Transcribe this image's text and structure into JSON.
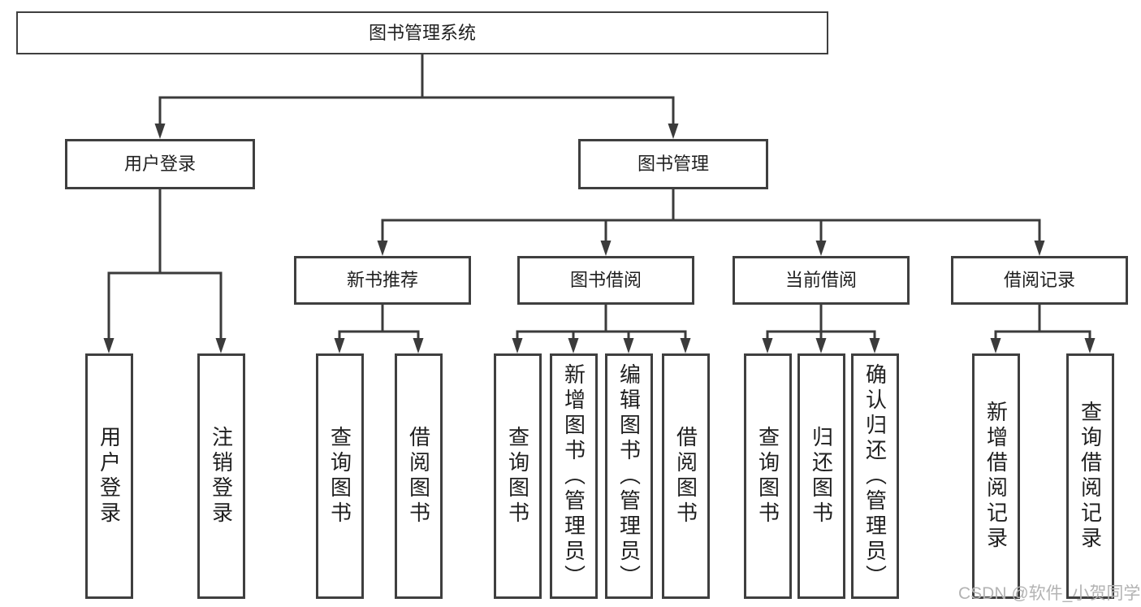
{
  "diagram": {
    "root": {
      "label": "图书管理系统"
    },
    "level2": [
      {
        "label": "用户登录"
      },
      {
        "label": "图书管理"
      }
    ],
    "level3": [
      {
        "label": "新书推荐"
      },
      {
        "label": "图书借阅"
      },
      {
        "label": "当前借阅"
      },
      {
        "label": "借阅记录"
      }
    ],
    "leaves": {
      "user_login": [
        {
          "label": "用户登录"
        },
        {
          "label": "注销登录"
        }
      ],
      "new_book_recommend": [
        {
          "label": "查询图书"
        },
        {
          "label": "借阅图书"
        }
      ],
      "book_borrow": [
        {
          "label": "查询图书"
        },
        {
          "label": "新增图书（管理员）"
        },
        {
          "label": "编辑图书（管理员）"
        },
        {
          "label": "借阅图书"
        }
      ],
      "current_borrow": [
        {
          "label": "查询图书"
        },
        {
          "label": "归还图书"
        },
        {
          "label": "确认归还（管理员）"
        }
      ],
      "borrow_records": [
        {
          "label": "新增借阅记录"
        },
        {
          "label": "查询借阅记录"
        }
      ]
    }
  },
  "watermark": "CSDN @软件_小贺同学",
  "colors": {
    "line": "#3b3b3b",
    "box_border": "#3f3f3f",
    "text": "#1f1f1f",
    "watermark": "#b3b3b3",
    "background": "#ffffff"
  }
}
